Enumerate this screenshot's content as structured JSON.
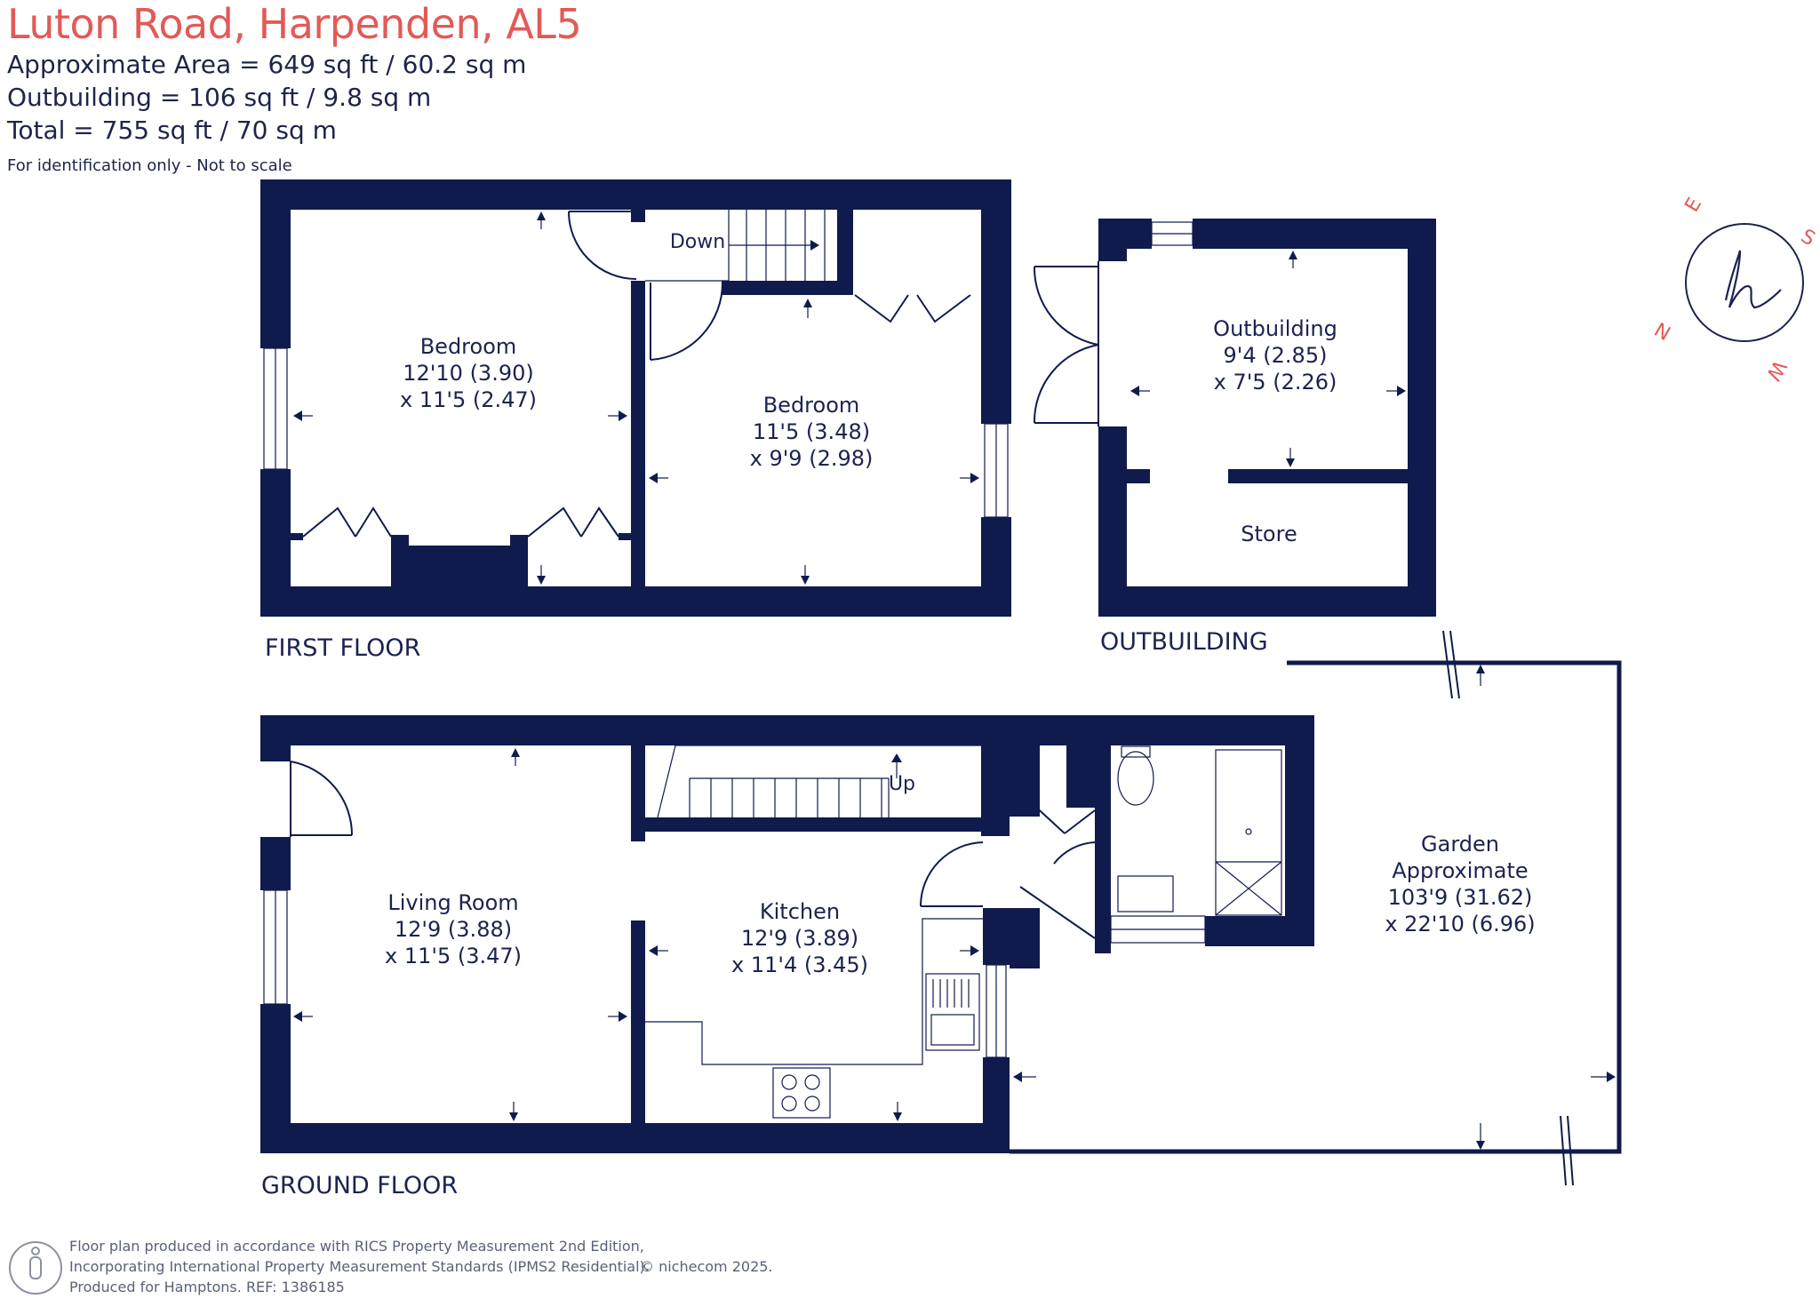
{
  "header": {
    "title": "Luton Road, Harpenden, AL5",
    "area_lines": [
      "Approximate Area = 649 sq ft / 60.2 sq m",
      "Outbuilding = 106 sq ft / 9.8 sq m",
      "Total = 755 sq ft / 70 sq m"
    ],
    "note": "For identification only - Not to scale"
  },
  "floors": {
    "first_floor": "FIRST FLOOR",
    "outbuilding": "OUTBUILDING",
    "ground_floor": "GROUND FLOOR"
  },
  "rooms": {
    "bedroom1": {
      "name": "Bedroom",
      "dim1": "12'10 (3.90)",
      "dim2": "x 11'5 (2.47)"
    },
    "bedroom2": {
      "name": "Bedroom",
      "dim1": "11'5 (3.48)",
      "dim2": "x 9'9 (2.98)"
    },
    "outbuilding": {
      "name": "Outbuilding",
      "dim1": "9'4 (2.85)",
      "dim2": "x 7'5 (2.26)"
    },
    "store": {
      "name": "Store"
    },
    "living_room": {
      "name": "Living Room",
      "dim1": "12'9 (3.88)",
      "dim2": "x 11'5 (3.47)"
    },
    "kitchen": {
      "name": "Kitchen",
      "dim1": "12'9 (3.89)",
      "dim2": "x 11'4 (3.45)"
    },
    "garden": {
      "name": "Garden",
      "line2": "Approximate",
      "dim1": "103'9 (31.62)",
      "dim2": "x 22'10 (6.96)"
    }
  },
  "stairs": {
    "down": "Down",
    "up": "Up"
  },
  "compass": {
    "n": "N",
    "e": "E",
    "s": "S",
    "w": "W"
  },
  "footer": {
    "line1": "Floor plan produced in accordance with RICS Property Measurement 2nd Edition,",
    "line2": "Incorporating International Property Measurement Standards (IPMS2 Residential).",
    "line3": "Produced for Hamptons.   REF: 1386185",
    "copyright": "© nichecom 2025."
  },
  "colors": {
    "wall": "#0f1b4c",
    "title": "#e25a57",
    "text": "#1b2350"
  }
}
